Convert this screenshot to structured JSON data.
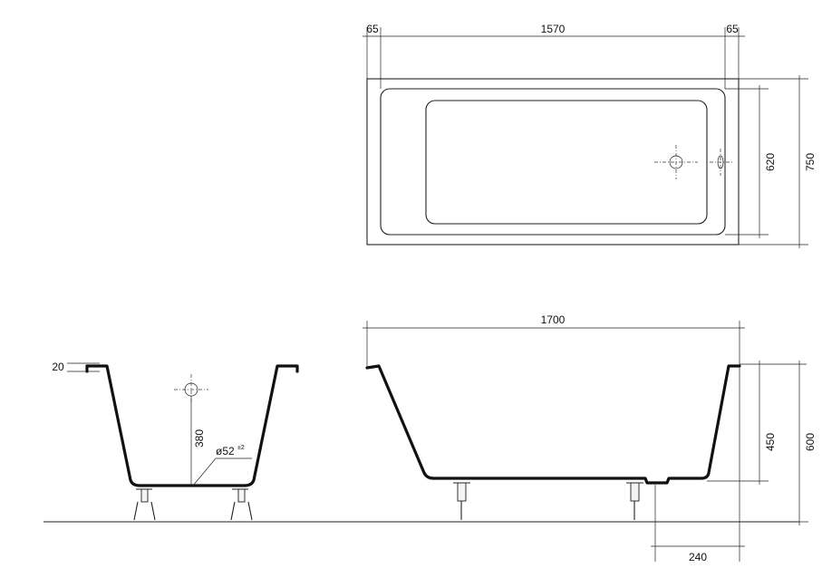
{
  "dimensions": {
    "top_left_rim": "65",
    "top_inner_length": "1570",
    "top_right_rim": "65",
    "top_inner_width": "620",
    "top_outer_width": "750",
    "side_rim_thickness": "20",
    "side_drain_height": "380",
    "drain_diameter": "ø52",
    "drain_tolerance": "±2",
    "front_total_length": "1700",
    "front_depth": "450",
    "front_total_height": "600",
    "front_drain_offset": "240"
  },
  "colors": {
    "line": "#222222",
    "background": "#ffffff"
  }
}
